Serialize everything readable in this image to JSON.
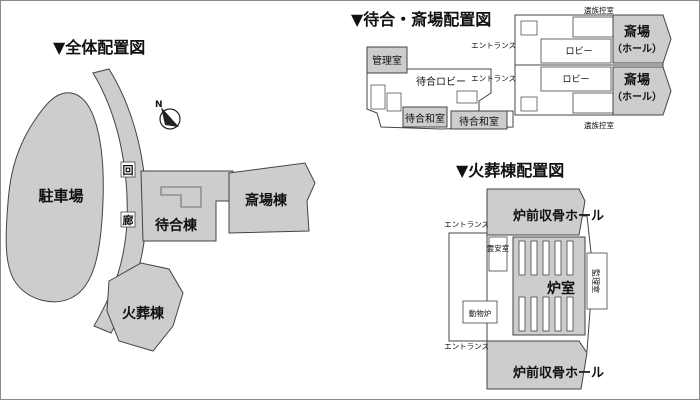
{
  "headings": {
    "overall": "▼全体配置図",
    "waiting_hall": "▼待合・斎場配置図",
    "crematorium": "▼火葬棟配置図"
  },
  "overall_map": {
    "parking": "駐車場",
    "corridor_top": "回",
    "corridor_bottom": "廊",
    "waiting_building": "待合棟",
    "funeral_hall_building": "斎場棟",
    "crematorium_building": "火葬棟",
    "north_mark": "N"
  },
  "waiting_hall_map": {
    "management_office": "管理室",
    "waiting_lobby": "待合ロビー",
    "tatami_room_1": "待合和室",
    "tatami_room_2": "待合和室",
    "entrance_upper": "エントランス",
    "entrance_lower": "エントランス",
    "lobby_upper": "ロビー",
    "lobby_lower": "ロビー",
    "family_room_upper": "遺族控室",
    "family_room_lower": "遺族控室",
    "funeral_hall_upper_line1": "斎場",
    "funeral_hall_upper_line2": "（ホール）",
    "funeral_hall_lower_line1": "斎場",
    "funeral_hall_lower_line2": "（ホール）"
  },
  "crematorium_map": {
    "entrance_upper": "エントランス",
    "entrance_lower": "エントランス",
    "ash_hall_upper": "炉前収骨ホール",
    "ash_hall_lower": "炉前収骨ホール",
    "repose_room": "霊安室",
    "furnace_room": "炉室",
    "management_room": "監理室",
    "animal_furnace": "動物炉"
  }
}
